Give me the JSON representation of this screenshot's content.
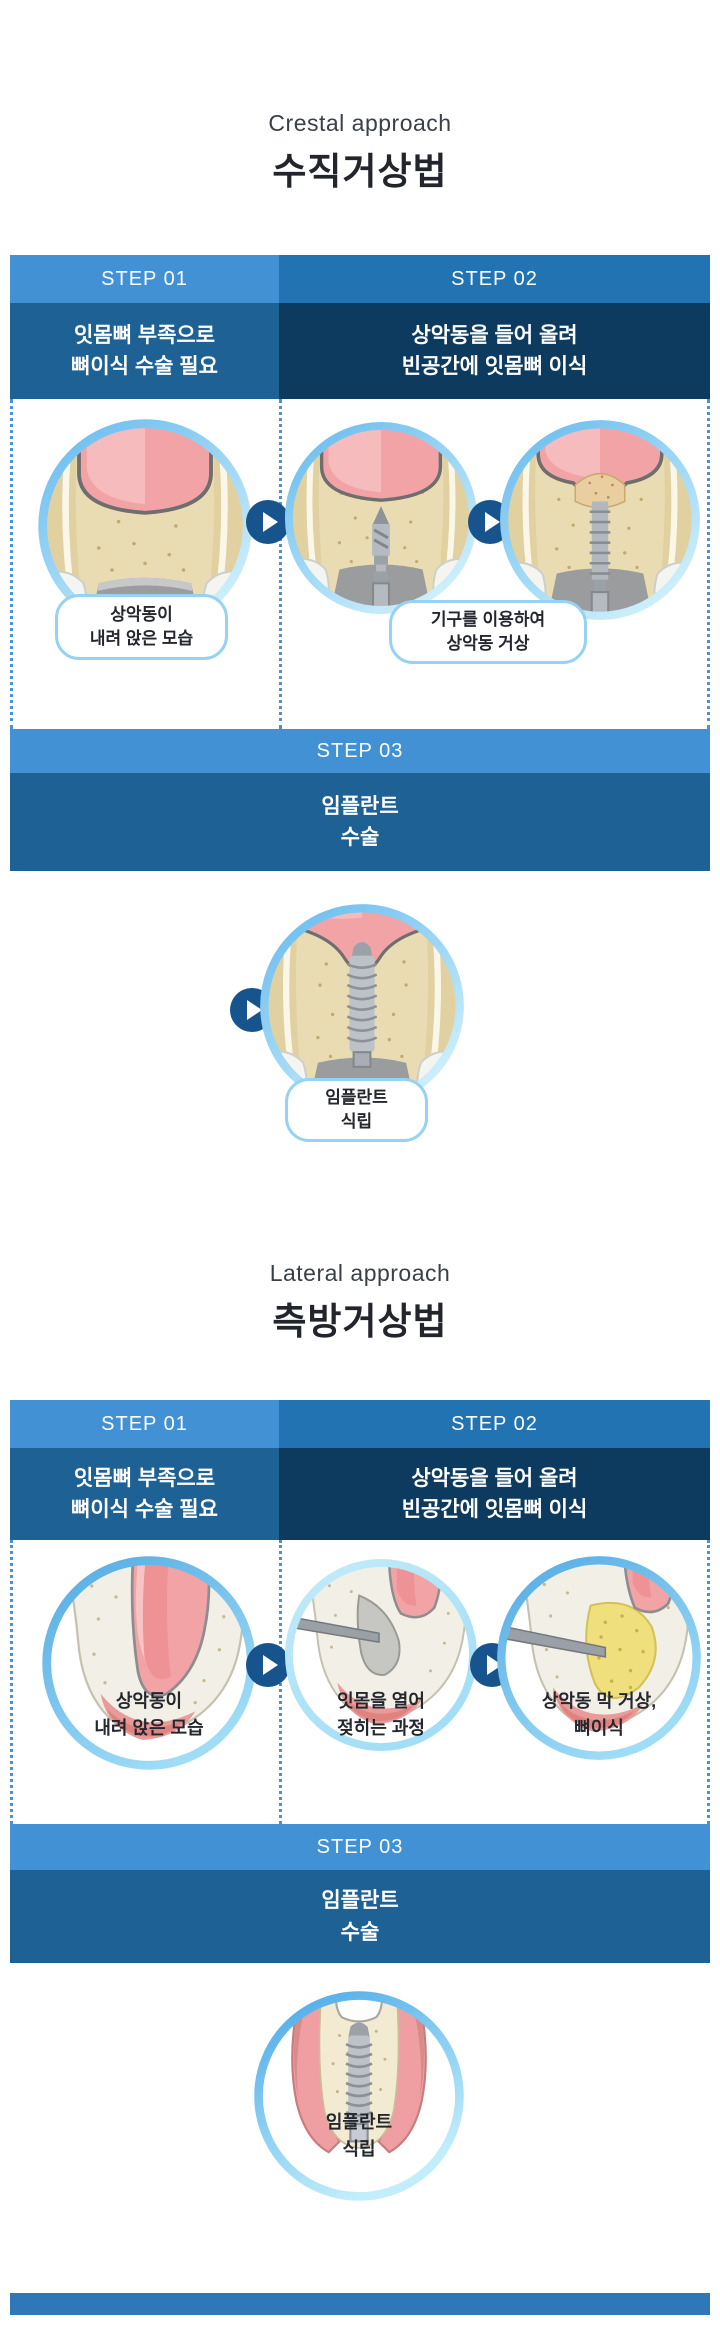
{
  "colors": {
    "step_header": "#4291d4",
    "step02_header": "#2273b2",
    "step01_body": "#1e6195",
    "step02_body": "#0d3b60",
    "step03_body": "#1e6195",
    "play_button": "#17548e",
    "dotted_border": "#4a92d4",
    "pill_border": "#96d3f2",
    "footer_bar": "#2e78b8"
  },
  "sections": [
    {
      "title_en": "Crestal approach",
      "title_ko": "수직거상법",
      "steps": [
        {
          "label": "STEP 01",
          "lines": [
            "잇몸뼈 부족으로",
            "뼈이식 수술 필요"
          ]
        },
        {
          "label": "STEP 02",
          "lines": [
            "상악동을 들어 올려",
            "빈공간에 잇몸뼈 이식"
          ]
        },
        {
          "label": "STEP 03",
          "lines": [
            "임플란트",
            "수술"
          ]
        }
      ],
      "captions": [
        {
          "lines": [
            "상악동이",
            "내려 앉은 모습"
          ]
        },
        {
          "lines": [
            "기구를 이용하여",
            "상악동 거상"
          ]
        },
        {
          "lines": [
            "임플란트",
            "식립"
          ]
        }
      ]
    },
    {
      "title_en": "Lateral approach",
      "title_ko": "측방거상법",
      "steps": [
        {
          "label": "STEP 01",
          "lines": [
            "잇몸뼈 부족으로",
            "뼈이식 수술 필요"
          ]
        },
        {
          "label": "STEP 02",
          "lines": [
            "상악동을 들어 올려",
            "빈공간에 잇몸뼈 이식"
          ]
        },
        {
          "label": "STEP 03",
          "lines": [
            "임플란트",
            "수술"
          ]
        }
      ],
      "captions": [
        {
          "lines": [
            "상악동이",
            "내려 앉은 모습"
          ]
        },
        {
          "lines": [
            "잇몸을 열어",
            "젖히는 과정"
          ]
        },
        {
          "lines": [
            "상악동 막 거상,",
            "뼈이식"
          ]
        },
        {
          "lines": [
            "임플란트",
            "식립"
          ]
        }
      ]
    }
  ]
}
